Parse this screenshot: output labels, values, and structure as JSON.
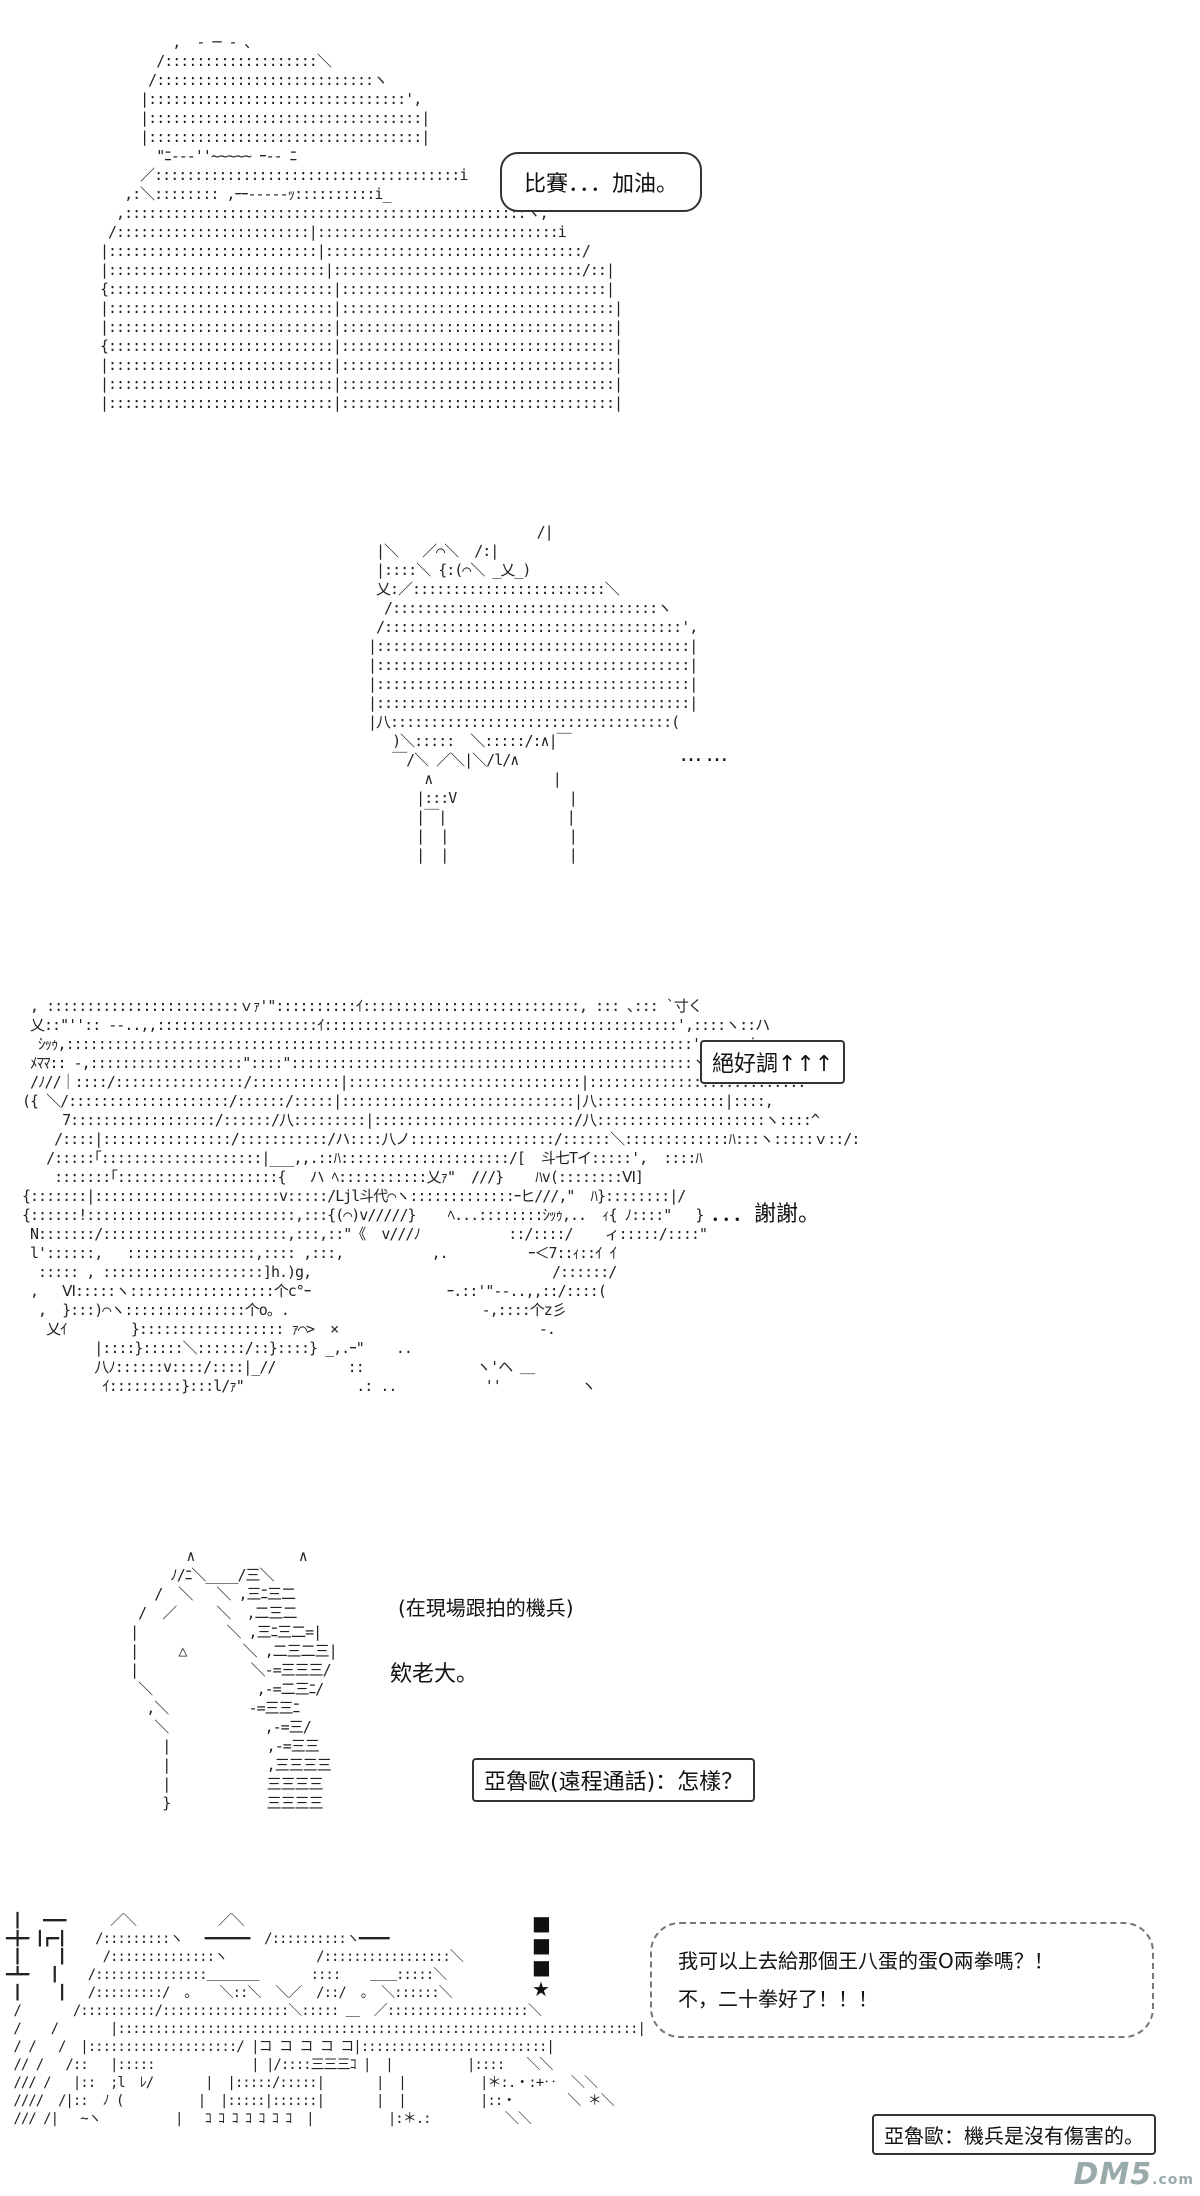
{
  "panel1": {
    "dialogue": "比賽．．．加油。"
  },
  "panel2": {
    "dialogue": "……"
  },
  "panel3": {
    "box_text": "絕好調↑↑↑",
    "dialogue": "．．．謝謝。"
  },
  "panel4": {
    "caption": "(在現場跟拍的機兵)",
    "dialogue": "欸老大。",
    "box_text": "亞魯歐(遠程通話)：怎樣？"
  },
  "panel5": {
    "line1": "我可以上去給那個王八蛋的蛋O兩拳嗎？！",
    "line2": "不，二十拳好了！！！",
    "box_text": "亞魯歐：機兵是沒有傷害的。",
    "side_marks": "■\n■\n■\n★"
  },
  "watermark": {
    "text": "DM5",
    "suffix": ".com"
  }
}
